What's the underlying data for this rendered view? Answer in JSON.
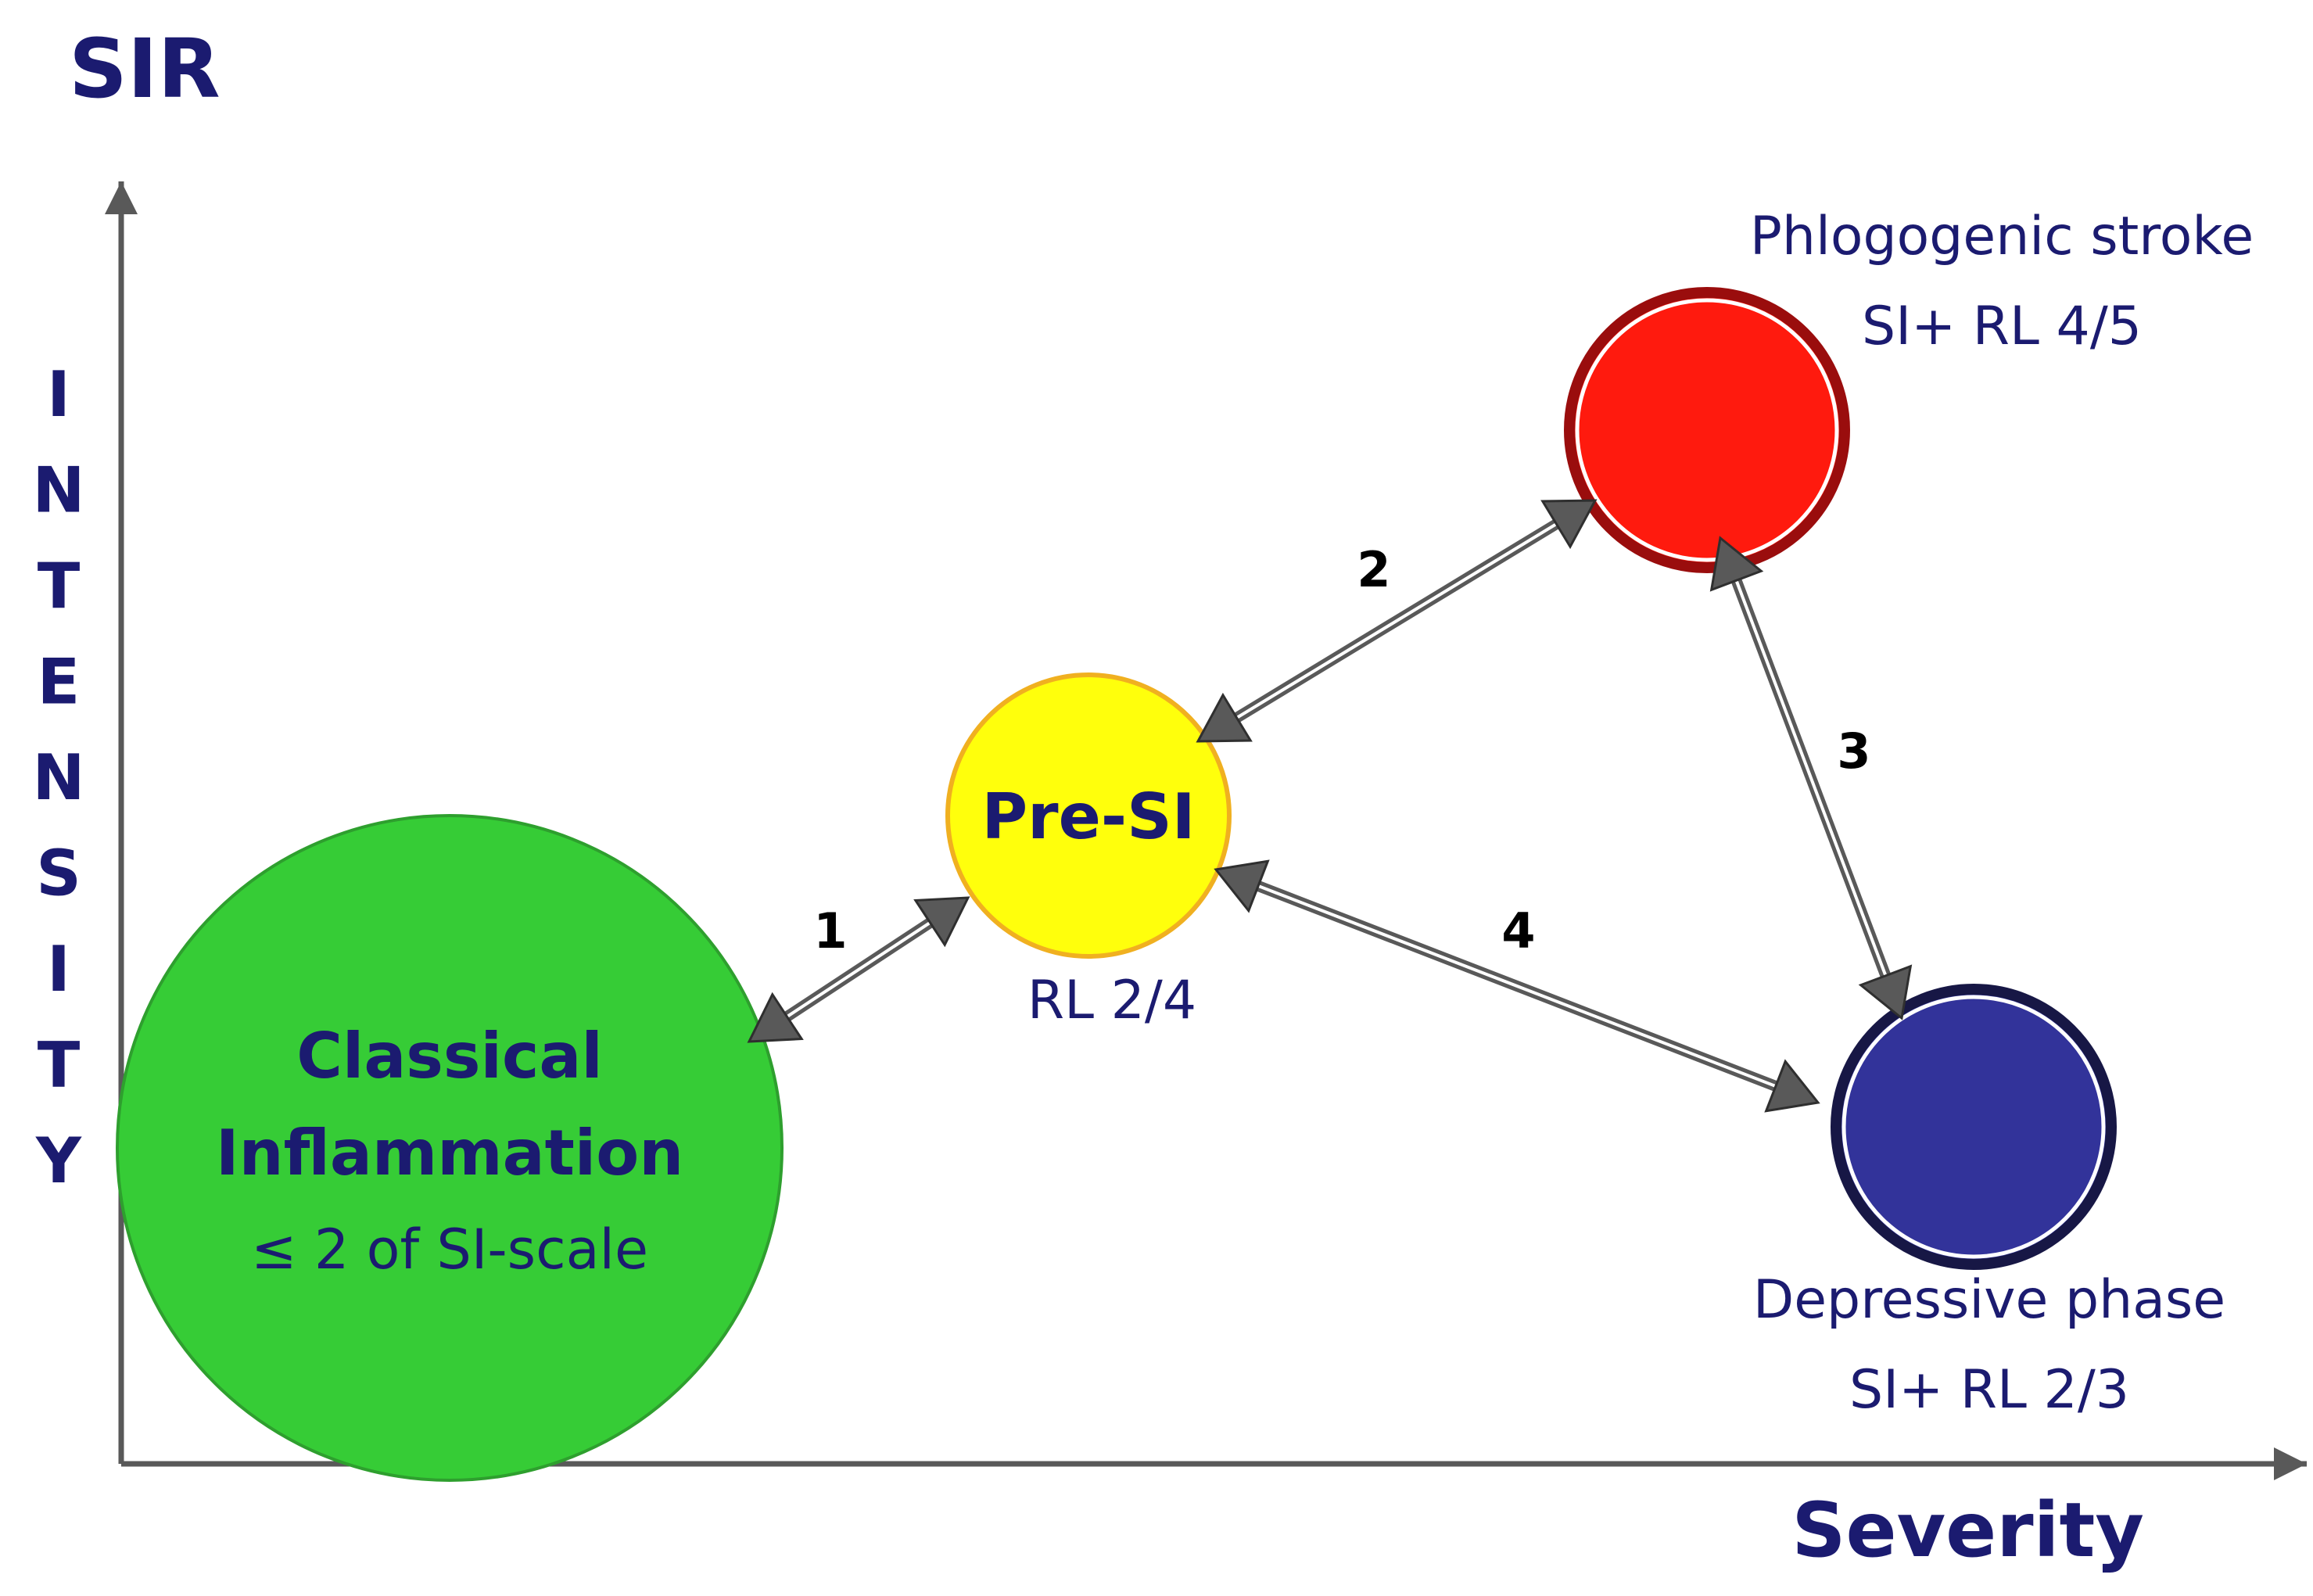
{
  "title": "SIR",
  "y_axis_label": "INTENSITY",
  "x_axis_label": "Severity",
  "nodes": {
    "classical": {
      "line1": "Classical",
      "line2": "Inflammation",
      "line3": "≤ 2 of SI-scale",
      "fill": "#36cc36"
    },
    "pre_si": {
      "label": "Pre-SI",
      "sublabel": "RL 2/4",
      "fill": "#ffff0c"
    },
    "phlogogenic": {
      "line1": "Phlogogenic stroke",
      "line2": "SI+ RL 4/5",
      "fill": "#ff1a0e"
    },
    "depressive": {
      "line1": "Depressive phase",
      "line2": "SI+ RL 2/3",
      "fill": "#32339a"
    }
  },
  "arrows": {
    "a1": "1",
    "a2": "2",
    "a3": "3",
    "a4": "4"
  },
  "colors": {
    "text": "#1b1b70",
    "axis": "#595959",
    "arrow": "#595959"
  }
}
